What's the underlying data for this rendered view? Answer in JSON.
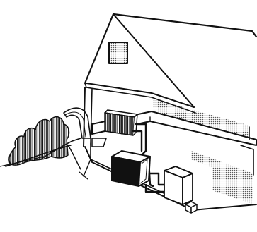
{
  "figure": {
    "subject": "cutaway-house-heating-system",
    "colors": {
      "ink": "#111111",
      "paper": "#ffffff",
      "stipple": "#6b6b6b"
    },
    "parts": [
      "roof",
      "attic-window",
      "upper-floor-slab",
      "ground-floor-slab",
      "radiator",
      "boiler-tank",
      "wall-heater-unit",
      "small-pump-box",
      "piping",
      "heat-flow-arrow",
      "shrubbery"
    ]
  }
}
